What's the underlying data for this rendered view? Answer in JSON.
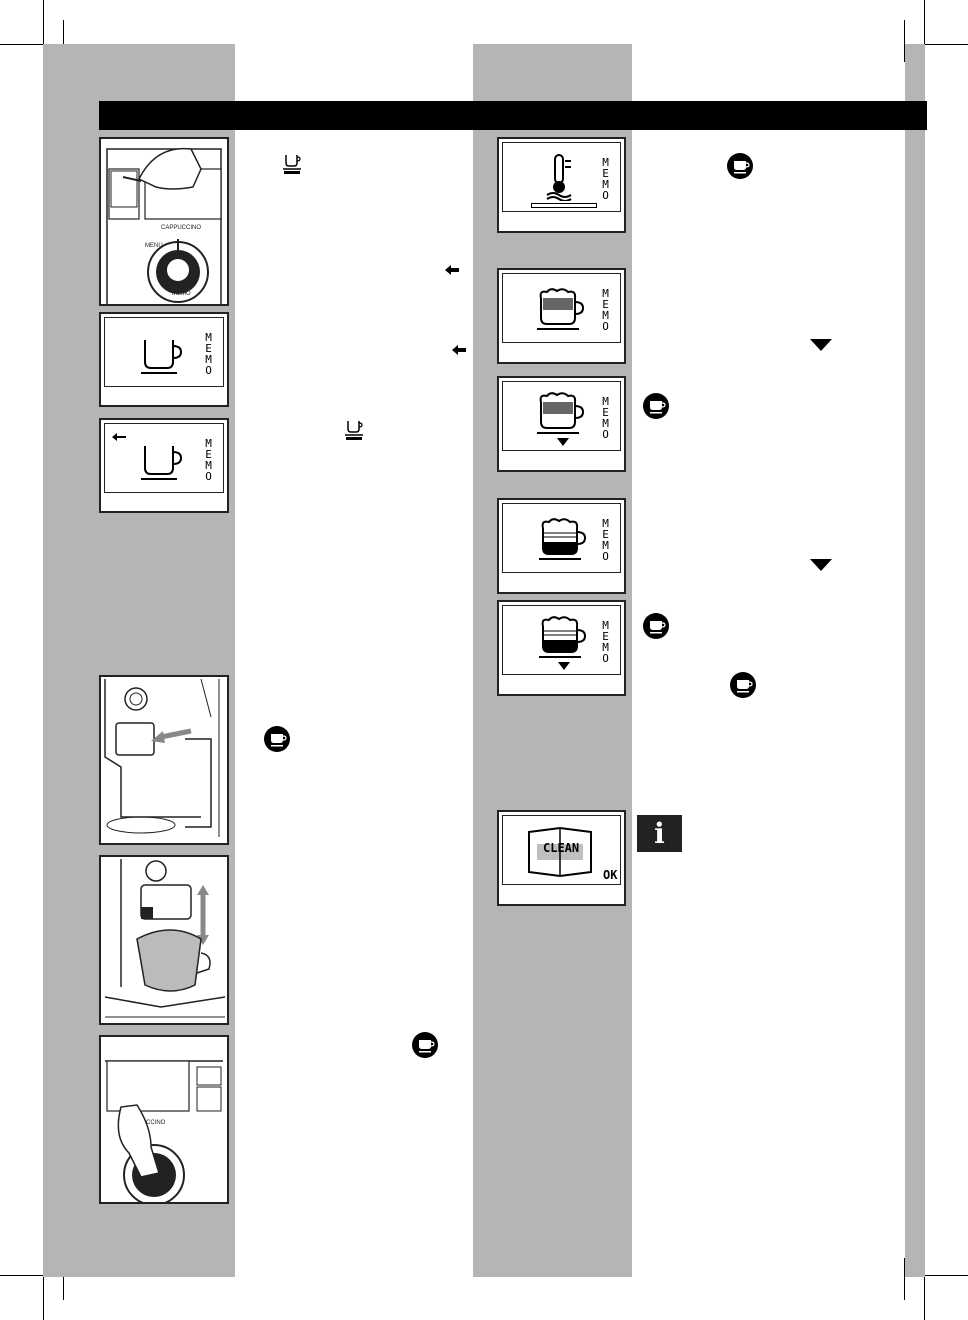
{
  "screens": {
    "memo_text": "MEMO",
    "clean_text": "CLEAN",
    "ok_text": "OK"
  },
  "machine": {
    "cappuccino_label": "CAPPUCCINO",
    "menu_label": "MENU",
    "memo_label": "MEMO",
    "ccino_label": "CCINO"
  },
  "info": {
    "icon_label": "i"
  },
  "icons": {
    "cup": "memo-cup-icon",
    "cappuccino_button": "cappuccino-button-icon",
    "arrow_left": "arrow-left-icon",
    "triangle_down": "triangle-down-icon",
    "info": "info-icon"
  }
}
